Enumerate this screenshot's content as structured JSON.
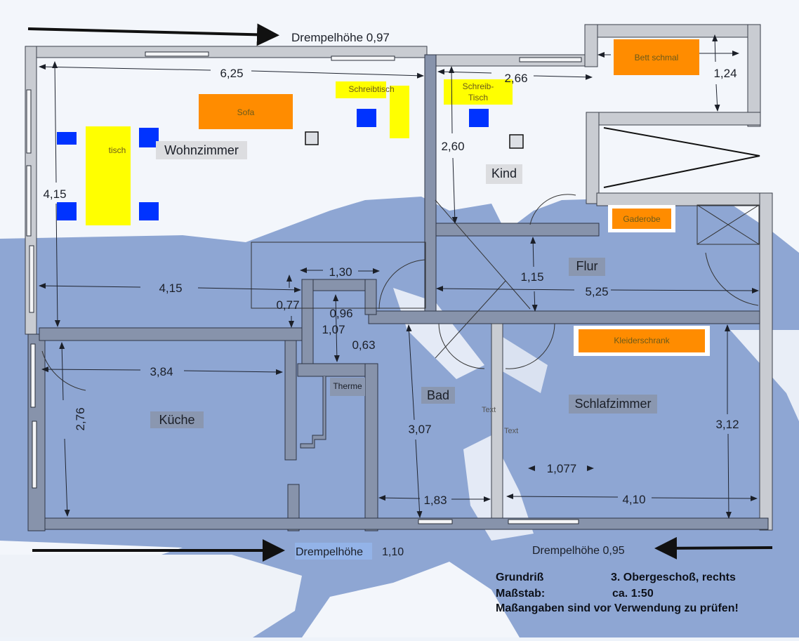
{
  "plan": {
    "title_block": {
      "grundriss_label": "Grundriß",
      "grundriss_value": "3. Obergeschoß, rechts",
      "massstab_label": "Maßstab:",
      "massstab_value": "ca. 1:50",
      "note": "Maßangaben sind vor Verwendung zu prüfen!"
    },
    "drempel": {
      "top": "Drempelhöhe 0,97",
      "bottom_left_label": "Drempelhöhe",
      "bottom_left_value": "1,10",
      "bottom_right": "Drempelhöhe 0,95"
    },
    "rooms": {
      "wohnzimmer": "Wohnzimmer",
      "kind": "Kind",
      "flur": "Flur",
      "kueche": "Küche",
      "bad": "Bad",
      "schlafzimmer": "Schlafzimmer",
      "therme": "Therme"
    },
    "furniture": {
      "sofa": "Sofa",
      "tisch": "tisch",
      "schreibtisch": "Schreibtisch",
      "schreibtisch_kind_line1": "Schreib-",
      "schreibtisch_kind_line2": "Tisch",
      "bett": "Bett schmal",
      "gaderobe": "Gaderobe",
      "kleiderschrank": "Kleiderschrank",
      "text1": "Text",
      "text2": "Text"
    },
    "dimensions": {
      "wohn_width": "6,25",
      "wohn_height": "4,15",
      "wohn_lower_width": "4,15",
      "kind_width": "2,66",
      "kind_height": "2,60",
      "bett_height": "1,24",
      "flur_height": "1,15",
      "flur_width": "5,25",
      "nook_width": "1,30",
      "d077": "0,77",
      "d096": "0,96",
      "d107": "1,07",
      "d063": "0,63",
      "kueche_width": "3,84",
      "kueche_height": "2,76",
      "bad_height": "3,07",
      "bad_width": "1,83",
      "schlaf_height": "3,12",
      "schlaf_width": "4,10",
      "schlaf_inner": "1,077"
    },
    "colors": {
      "orange": "#ff8c00",
      "yellow": "#ffff00",
      "blue": "#0033ff"
    }
  }
}
